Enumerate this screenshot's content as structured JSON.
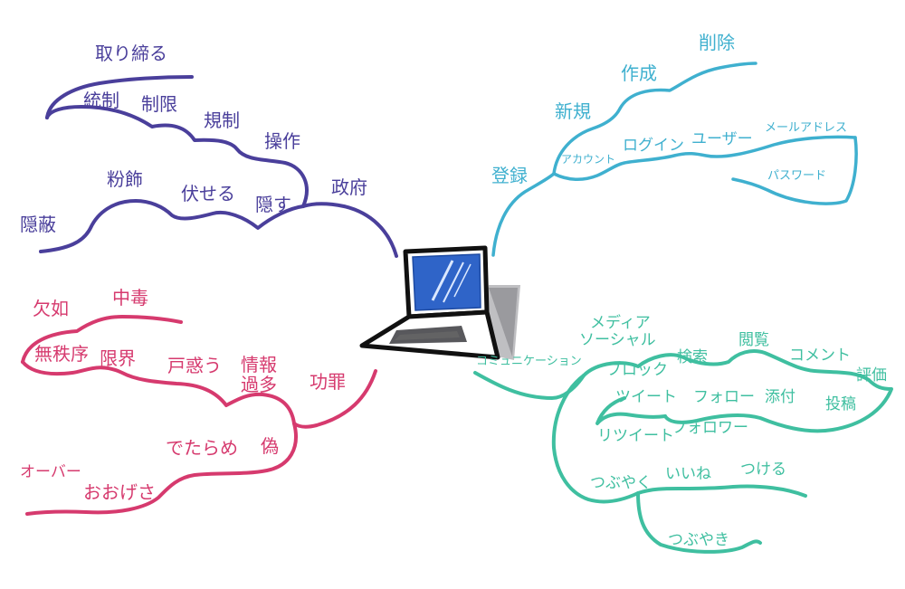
{
  "colors": {
    "government": "#4a3f9b",
    "account": "#3fb0cf",
    "negative": "#d63a6e",
    "communication": "#3fbfa0",
    "ink": "#111111"
  },
  "center_icon": "laptop-icon",
  "branches": {
    "government": {
      "root": "政府",
      "words": [
        "取り締る",
        "統制",
        "制限",
        "規制",
        "操作",
        "粉飾",
        "伏せる",
        "隠す",
        "隠蔽"
      ]
    },
    "account": {
      "root": "登録",
      "words": [
        "削除",
        "作成",
        "新規",
        "アカウント",
        "ログイン",
        "ユーザー",
        "メールアドレス",
        "パスワード"
      ]
    },
    "negative": {
      "root": "功罪",
      "words": [
        "欠如",
        "中毒",
        "無秩序",
        "限界",
        "戸惑う",
        "情報",
        "過多",
        "でたらめ",
        "偽",
        "オーバー",
        "おおげさ"
      ]
    },
    "communication": {
      "root": "コミュニケーション",
      "words": [
        "メディア",
        "ソーシャル",
        "検索",
        "閲覧",
        "コメント",
        "評価",
        "ブロック",
        "ツイート",
        "フォロー",
        "添付",
        "投稿",
        "リツイート",
        "フォロワー",
        "つぶやく",
        "いいね",
        "つける",
        "つぶやき"
      ]
    }
  }
}
